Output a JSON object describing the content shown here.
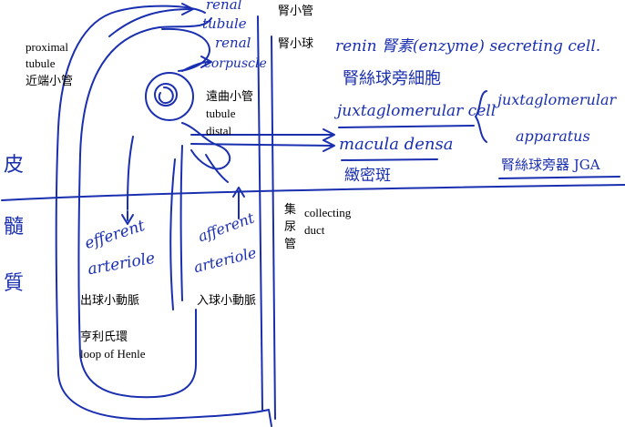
{
  "colors": {
    "ink": "#1a2fb0",
    "print": "#000000",
    "background": "#ffffff"
  },
  "printed": {
    "proximal_en_line1": "proximal",
    "proximal_en_line2": "tubule",
    "proximal_zh": "近端小管",
    "renal_tubule_zh": "腎小管",
    "glomerulus_zh": "腎小球",
    "distal_zh": "遠曲小管",
    "distal_en_line1": "tubule",
    "distal_en_line2": "distal",
    "collecting_zh": [
      "集",
      "尿",
      "管"
    ],
    "collecting_en_line1": "collecting",
    "collecting_en_line2": "duct",
    "efferent_zh": "出球小動脈",
    "afferent_zh": "入球小動脈",
    "henle_zh": "亨利氏環",
    "henle_en": "loop of Henle"
  },
  "handwritten": {
    "renal_tubule": [
      "renal",
      "tubule"
    ],
    "renal_corpuscle": [
      "renal",
      "corpuscle"
    ],
    "renin_line": "renin 腎素(enzyme) secreting cell.",
    "jg_cell_zh": "腎絲球旁細胞",
    "jg_cell": "juxtaglomerular cell",
    "jg_apparatus": [
      "juxtaglomerular",
      "apparatus"
    ],
    "jga_zh": "腎絲球旁器 JGA",
    "macula_densa": "macula densa",
    "macula_densa_zh": "緻密斑",
    "efferent": [
      "efferent",
      "arteriole"
    ],
    "afferent": [
      "afferent",
      "arteriole"
    ],
    "cortex_zh": "皮",
    "medulla_zh": [
      "髓",
      "質"
    ]
  }
}
